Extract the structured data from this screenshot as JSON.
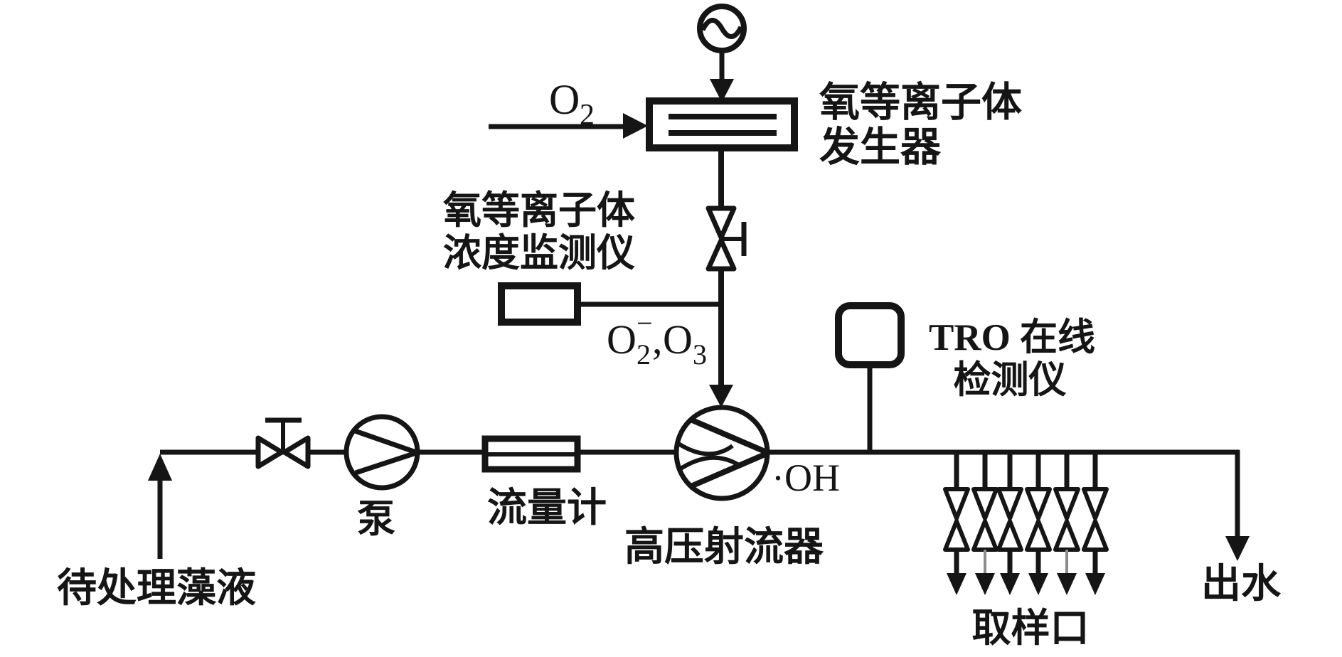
{
  "diagram": {
    "background": "#ffffff",
    "line_color": "#151515",
    "thin_stem_color": "#8c8c8c",
    "labels": {
      "o2": {
        "base": "O",
        "sub": "2"
      },
      "generator": {
        "line1": "氧等离子体",
        "line2": "发生器"
      },
      "monitor": {
        "line1": "氧等离子体",
        "line2": "浓度监测仪"
      },
      "mixture": {
        "base1": "O",
        "sub1": "2",
        "sup1": "−",
        "comma": ",",
        "base2": "O",
        "sub2": "3"
      },
      "tro": {
        "line1": "TRO 在线",
        "line2": "检测仪"
      },
      "hydroxyl": "·OH",
      "pump": "泵",
      "flow_meter": "流量计",
      "jet": "高压射流器",
      "feed": "待处理藻液",
      "sampling": "取样口",
      "outlet": "出水"
    }
  }
}
